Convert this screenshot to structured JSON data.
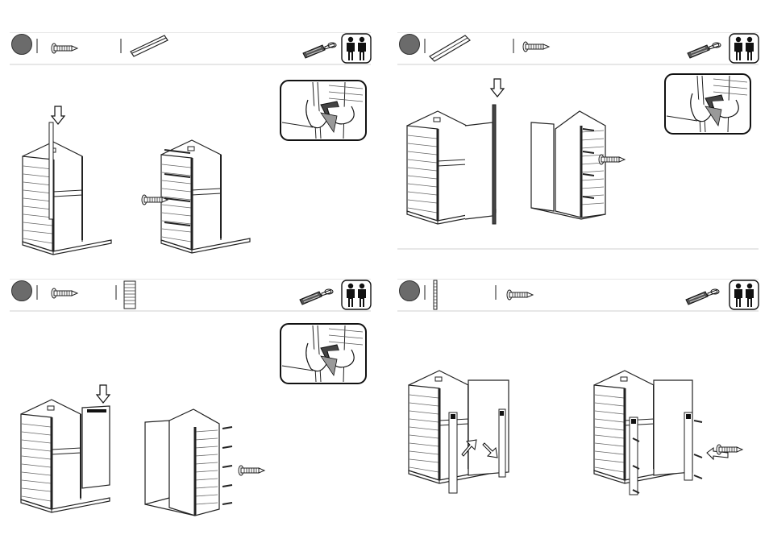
{
  "document": {
    "title": "",
    "page": "",
    "steps": [
      {
        "id": 1,
        "number": "",
        "parts": [
          "screw-icon",
          "channel-bar-icon"
        ],
        "tool": "screwdriver-icon",
        "persons": 2,
        "detail": "drill-closeup-icon"
      },
      {
        "id": 2,
        "number": "",
        "parts": [
          "channel-bar-icon",
          "screw-icon"
        ],
        "tool": "screwdriver-icon",
        "persons": 2,
        "detail": "drill-closeup-icon"
      },
      {
        "id": 3,
        "number": "",
        "parts": [
          "screw-icon",
          "wall-panel-icon"
        ],
        "tool": "screwdriver-icon",
        "persons": 2,
        "detail": "drill-closeup-icon"
      },
      {
        "id": 4,
        "number": "",
        "parts": [
          "narrow-strip-icon",
          "screw-icon"
        ],
        "tool": "screwdriver-icon",
        "persons": 2,
        "detail": ""
      }
    ]
  }
}
